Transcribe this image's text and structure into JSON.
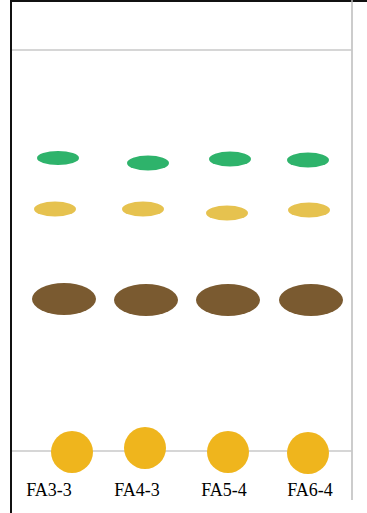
{
  "diagram": {
    "labels": [
      "FA3-3",
      "FA4-3",
      "FA5-4",
      "FA6-4"
    ]
  }
}
